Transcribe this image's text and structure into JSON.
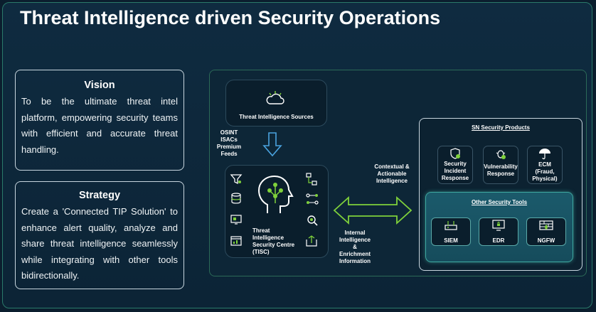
{
  "title": "Threat Intelligence driven Security Operations",
  "vision": {
    "heading": "Vision",
    "text": "To be the ultimate threat intel platform, empowering security teams with efficient and accurate threat handling."
  },
  "strategy": {
    "heading": "Strategy",
    "text": "Create a 'Connected TIP Solution' to enhance alert quality, analyze and share threat intelligence seamlessly while integrating with other tools bidirectionally."
  },
  "diagram": {
    "sources_label": "Threat Intelligence Sources",
    "feeds": [
      "OSINT",
      "ISACs",
      "Premium",
      "Feeds"
    ],
    "tisc_label": [
      "Threat",
      "Intelligence",
      "Security Centre",
      "(TISC)"
    ],
    "contextual": [
      "Contextual &",
      "Actionable",
      "Intelligence"
    ],
    "internal": [
      "Internal",
      "Intelligence",
      "&",
      "Enrichment",
      "Information"
    ],
    "sn_title": "SN Security Products",
    "products": [
      {
        "icon": "shield-check-icon",
        "label": [
          "Security",
          "Incident",
          "Response"
        ]
      },
      {
        "icon": "bug-shield-icon",
        "label": [
          "Vulnerability",
          "Response"
        ]
      },
      {
        "icon": "umbrella-icon",
        "label": [
          "ECM",
          "(Fraud,",
          "Physical)"
        ]
      }
    ],
    "other_title": "Other Security Tools",
    "tools": [
      {
        "icon": "router-icon",
        "label": "SIEM"
      },
      {
        "icon": "monitor-lock-icon",
        "label": "EDR"
      },
      {
        "icon": "firewall-icon",
        "label": "NGFW"
      }
    ]
  },
  "colors": {
    "accent_green": "#7fd13b",
    "arrow_blue": "#4aa3df",
    "teal": "#3fa9a0"
  }
}
